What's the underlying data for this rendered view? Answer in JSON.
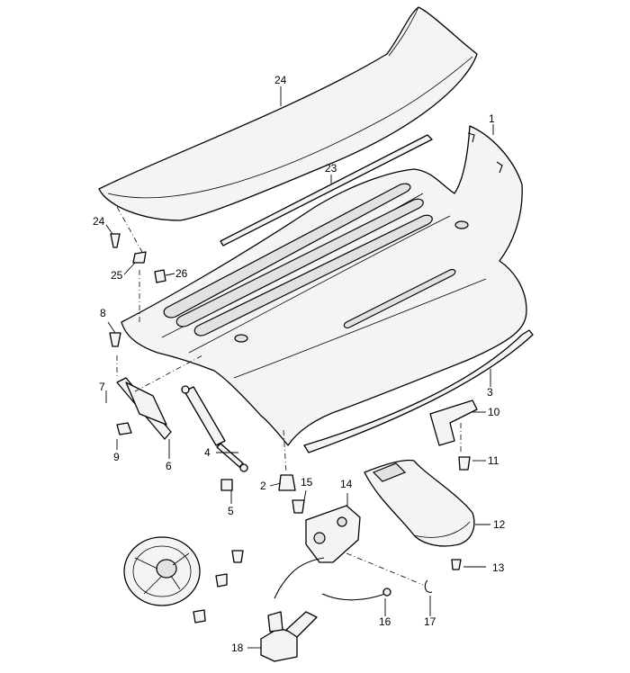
{
  "callouts": [
    "1",
    "2",
    "3",
    "4",
    "5",
    "6",
    "7",
    "8",
    "9",
    "10",
    "11",
    "12",
    "13",
    "14",
    "15",
    "16",
    "17",
    "18",
    "23",
    "24",
    "24",
    "25",
    "26"
  ]
}
